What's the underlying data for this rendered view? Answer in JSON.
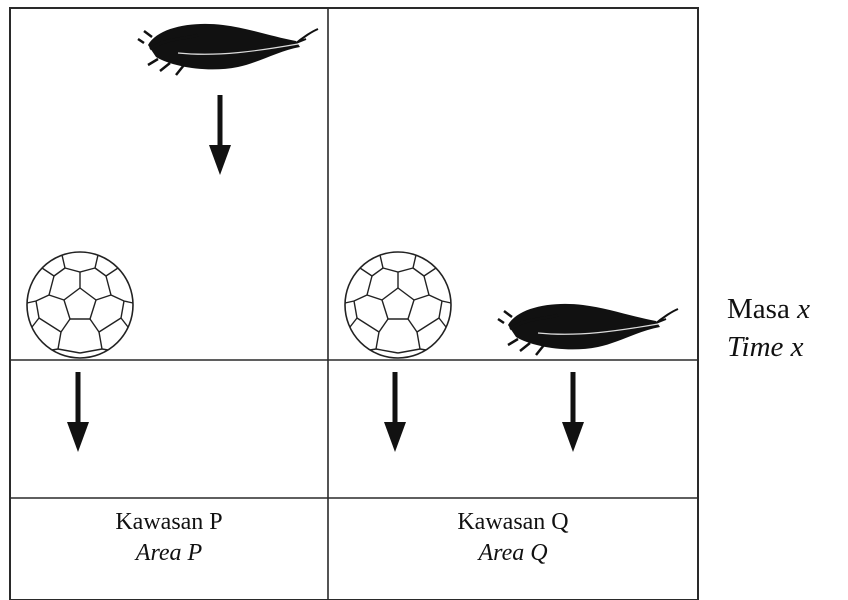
{
  "areas": [
    {
      "id": "P",
      "name_ms": "Kawasan P",
      "name_en": "Area P"
    },
    {
      "id": "Q",
      "name_ms": "Kawasan Q",
      "name_en": "Area Q"
    }
  ],
  "legend": {
    "ms_word": "Masa",
    "ms_var": "x",
    "en": "Time x"
  },
  "colors": {
    "line": "#2a2a2a",
    "ink": "#111111",
    "background": "#ffffff"
  },
  "icons": [
    "feather-icon",
    "football-icon",
    "down-arrow-icon"
  ]
}
